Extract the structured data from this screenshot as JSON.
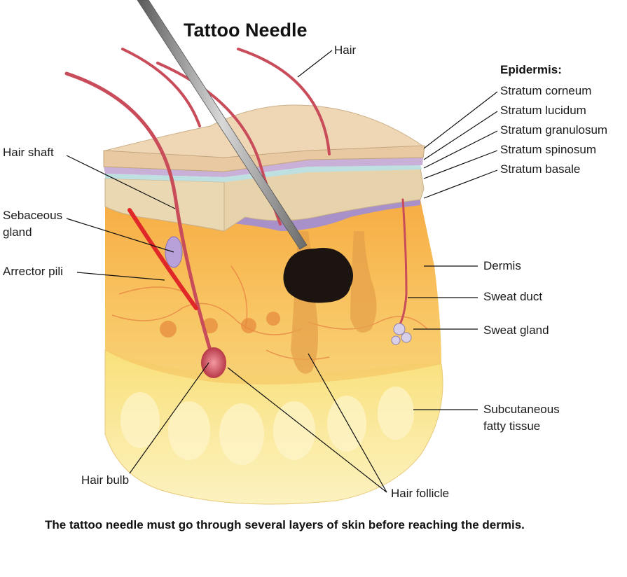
{
  "title": "Tattoo Needle",
  "caption": "The tattoo needle must go through several layers of skin before reaching the dermis.",
  "labels": {
    "hair": "Hair",
    "epidermis_heading": "Epidermis:",
    "stratum_corneum": "Stratum corneum",
    "stratum_lucidum": "Stratum lucidum",
    "stratum_granulosum": "Stratum granulosum",
    "stratum_spinosum": "Stratum spinosum",
    "stratum_basale": "Stratum basale",
    "hair_shaft": "Hair shaft",
    "sebaceous_gland_line1": "Sebaceous",
    "sebaceous_gland_line2": "gland",
    "arrector_pili": "Arrector pili",
    "dermis": "Dermis",
    "sweat_duct": "Sweat duct",
    "sweat_gland": "Sweat gland",
    "subcutaneous_line1": "Subcutaneous",
    "subcutaneous_line2": "fatty tissue",
    "hair_bulb": "Hair bulb",
    "hair_follicle": "Hair follicle"
  },
  "colors": {
    "stratum_corneum": "#ecd2b0",
    "stratum_lucidum": "#c8b0d8",
    "stratum_granulosum": "#bfe0e0",
    "stratum_spinosum": "#e6d3ac",
    "dermis": "#f5b84a",
    "subcutaneous": "#f7e08a",
    "hair": "#c94c5a",
    "needle": "#8a8a8a",
    "ink": "#1c1410"
  }
}
